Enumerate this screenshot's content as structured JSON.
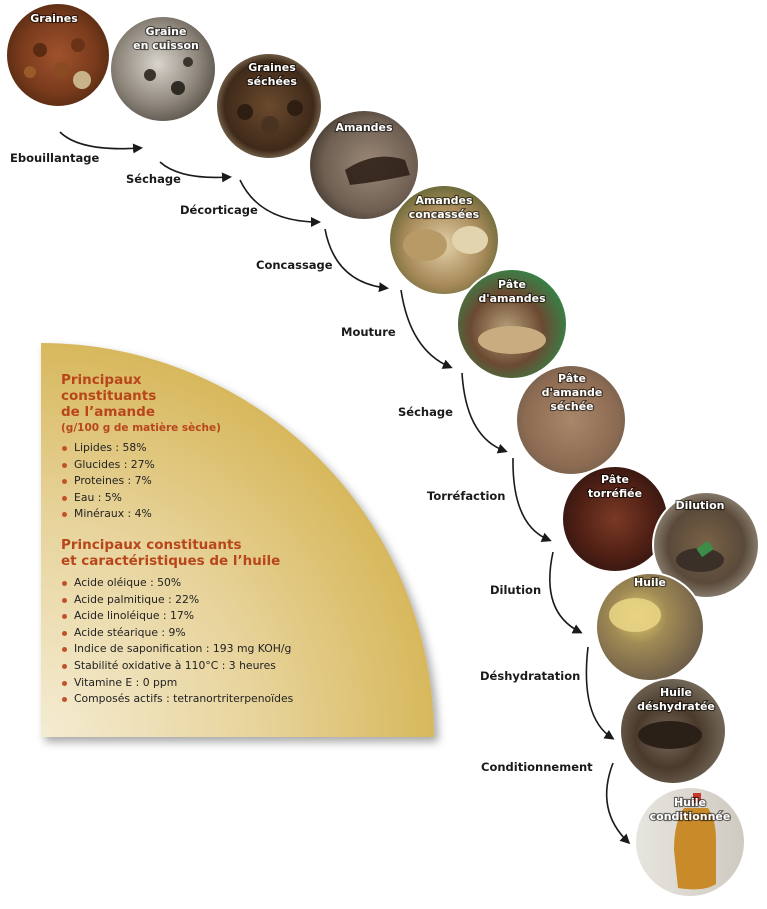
{
  "steps": [
    {
      "photo": "Graines",
      "process": "Ebouillantage"
    },
    {
      "photo": "Graine en cuisson",
      "process": "Séchage"
    },
    {
      "photo": "Graines séchées",
      "process": "Décorticage"
    },
    {
      "photo": "Amandes",
      "process": "Concassage"
    },
    {
      "photo": "Amandes concassées",
      "process": "Mouture"
    },
    {
      "photo": "Pâte d'amandes",
      "process": "Séchage"
    },
    {
      "photo": "Pâte d'amande séchée",
      "process": "Torréfaction"
    },
    {
      "photo": "Pâte torréfiée",
      "process": "Dilution"
    },
    {
      "photo": "Dilution",
      "process": ""
    },
    {
      "photo": "Huile",
      "process": "Déshydratation"
    },
    {
      "photo": "Huile déshydratée",
      "process": "Conditionnement"
    },
    {
      "photo": "Huile conditionnée",
      "process": ""
    }
  ],
  "info": {
    "section1": {
      "title_line1": "Principaux",
      "title_line2": "constituants",
      "title_line3": "de l’amande",
      "unit": "(g/100 g de matière sèche)",
      "items": [
        "Lipides : 58%",
        "Glucides : 27%",
        "Proteines : 7%",
        "Eau : 5%",
        "Minéraux : 4%"
      ]
    },
    "section2": {
      "title_line1": "Principaux constituants",
      "title_line2": "et caractéristiques de l’huile",
      "items": [
        "Acide oléique : 50%",
        "Acide palmitique : 22%",
        "Acide linoléique : 17%",
        "Acide stéarique : 9%",
        "Indice de saponification : 193 mg KOH/g",
        "Stabilité oxidative à 110°C : 3 heures",
        "Vitamine E : 0 ppm",
        "Composés actifs : tetranortriterpenoïdes"
      ]
    }
  },
  "colors": {
    "accent": "#b8461b",
    "panel_gold": "#d7b75a"
  }
}
